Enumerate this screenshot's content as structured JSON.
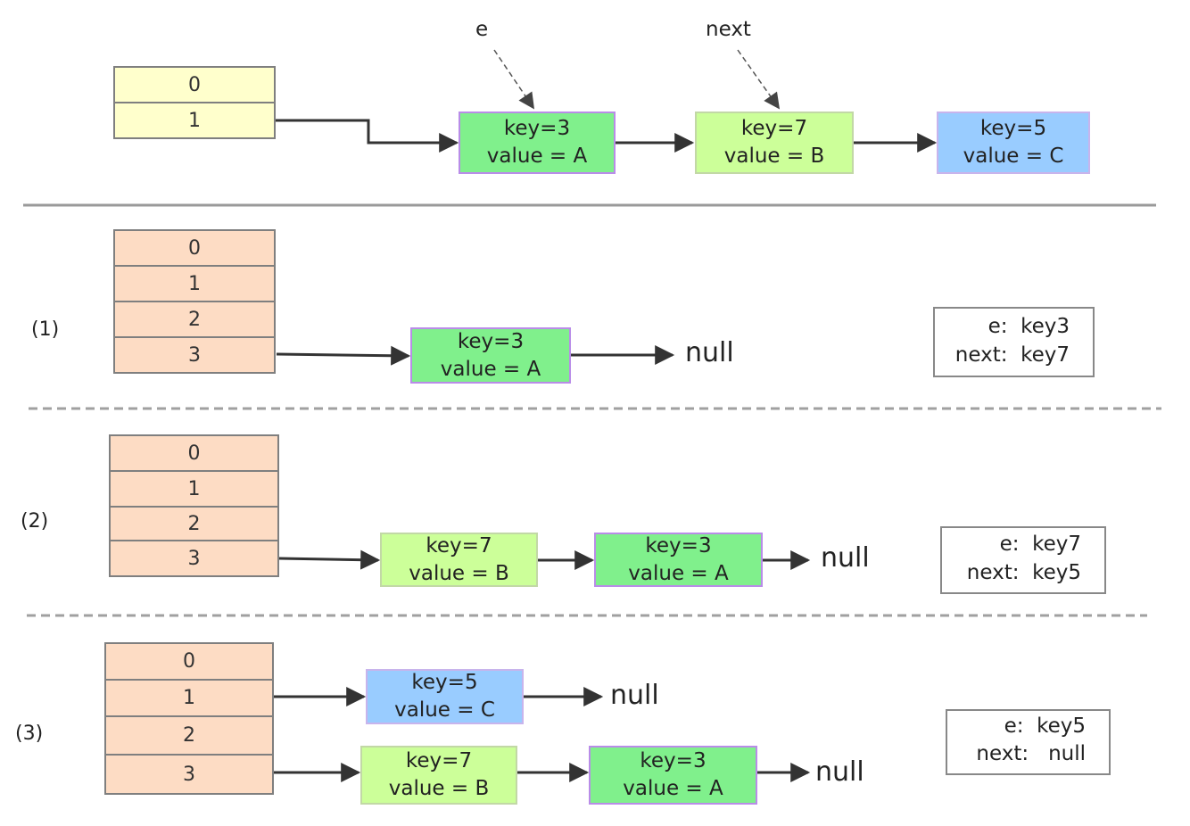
{
  "top": {
    "table": [
      "0",
      "1"
    ],
    "pointers": {
      "e": "e",
      "next": "next"
    },
    "chain": [
      {
        "key": "key=3",
        "value": "value = A",
        "color": "#80f08c"
      },
      {
        "key": "key=7",
        "value": "value = B",
        "color": "#ccff99"
      },
      {
        "key": "key=5",
        "value": "value = C",
        "color": "#99ccff"
      }
    ]
  },
  "steps": [
    {
      "label": "(1)",
      "table": [
        "0",
        "1",
        "2",
        "3"
      ],
      "chains": [
        {
          "nodes": [
            {
              "key": "key=3",
              "value": "value = A"
            }
          ],
          "terminal": "null"
        }
      ],
      "state": {
        "e_label": "e:",
        "e_value": "key3",
        "next_label": "next:",
        "next_value": "key7"
      }
    },
    {
      "label": "(2)",
      "table": [
        "0",
        "1",
        "2",
        "3"
      ],
      "chains": [
        {
          "nodes": [
            {
              "key": "key=7",
              "value": "value = B"
            },
            {
              "key": "key=3",
              "value": "value = A"
            }
          ],
          "terminal": "null"
        }
      ],
      "state": {
        "e_label": "e:",
        "e_value": "key7",
        "next_label": "next:",
        "next_value": "key5"
      }
    },
    {
      "label": "(3)",
      "table": [
        "0",
        "1",
        "2",
        "3"
      ],
      "chains": [
        {
          "nodes": [
            {
              "key": "key=5",
              "value": "value = C"
            }
          ],
          "terminal": "null"
        },
        {
          "nodes": [
            {
              "key": "key=7",
              "value": "value = B"
            },
            {
              "key": "key=3",
              "value": "value = A"
            }
          ],
          "terminal": "null"
        }
      ],
      "state": {
        "e_label": "e:",
        "e_value": "key5",
        "next_label": "next:",
        "next_value": "null"
      }
    }
  ],
  "colors": {
    "table_yellow": "#ffffcc",
    "table_peach": "#fddcc4",
    "node_green": "#80f08c",
    "node_lime": "#ccff99",
    "node_blue": "#99ccff",
    "arrow": "#333333"
  }
}
